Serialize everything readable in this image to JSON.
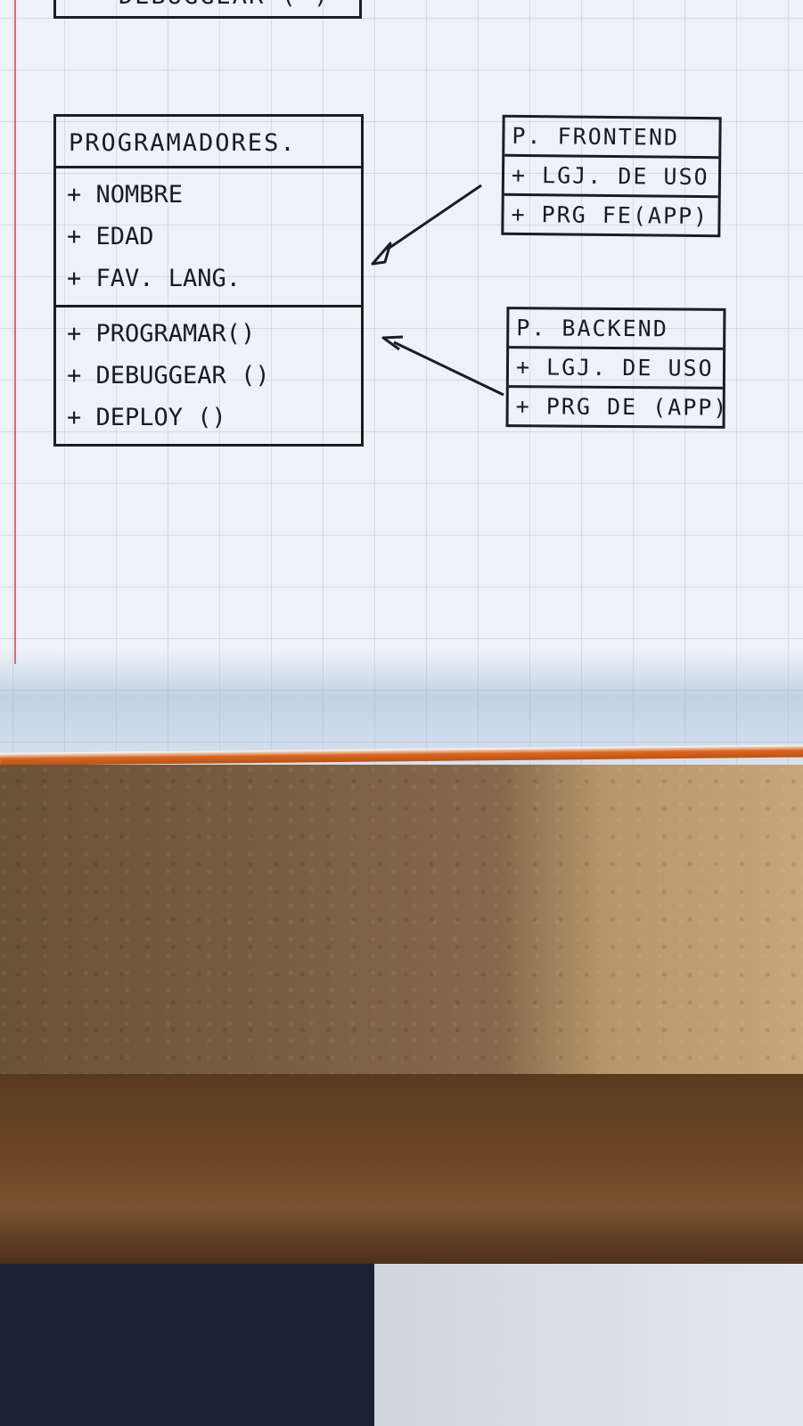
{
  "top_fragment": {
    "label": "DEBUGGEAR ( )"
  },
  "classes": {
    "programadores": {
      "name": "PROGRAMADORES.",
      "attributes": [
        "+ NOMBRE",
        "+ EDAD",
        "+ FAV. LANG."
      ],
      "operations": [
        "+ PROGRAMAR()",
        "+ DEBUGGEAR ()",
        "+ DEPLOY ()"
      ]
    },
    "frontend": {
      "name": "P. FRONTEND",
      "attributes": [
        "+ LGJ. DE USO"
      ],
      "operations": [
        "+ PRG FE(APP)"
      ]
    },
    "backend": {
      "name": "P. BACKEND",
      "attributes": [
        "+ LGJ. DE USO"
      ],
      "operations": [
        "+ PRG DE (APP)"
      ]
    }
  },
  "relations": [
    {
      "from": "P. FRONTEND",
      "to": "PROGRAMADORES.",
      "type": "generalization"
    },
    {
      "from": "P. BACKEND",
      "to": "PROGRAMADORES.",
      "type": "generalization"
    }
  ],
  "colors": {
    "ink": "#1c1c22",
    "paper": "#eef1f5",
    "grid": "#a7b3c4",
    "margin": "#e06a6a",
    "paper_edge": "#d9661f"
  }
}
